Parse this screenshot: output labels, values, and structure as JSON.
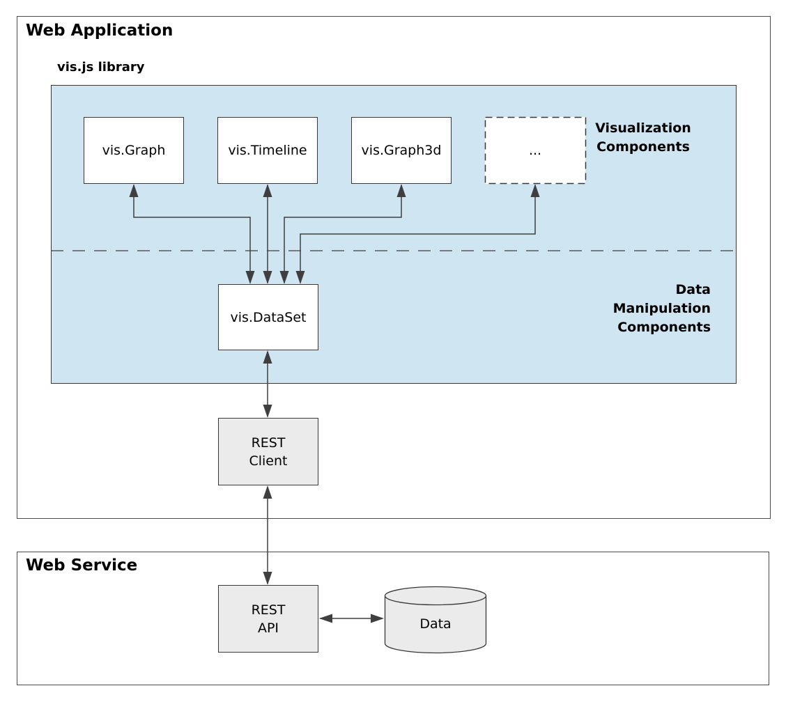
{
  "colors": {
    "background": "#ffffff",
    "panel_blue": "#d0e5f2",
    "box_white": "#ffffff",
    "box_gray": "#ebebeb",
    "border": "#383838",
    "arrow": "#3f3f3f",
    "text": "#000000"
  },
  "web_application": {
    "title": "Web Application",
    "visjs": {
      "label": "vis.js library",
      "visualization_section": {
        "label_lines": [
          "Visualization",
          "Components"
        ],
        "components": [
          {
            "label": "vis.Graph"
          },
          {
            "label": "vis.Timeline"
          },
          {
            "label": "vis.Graph3d"
          },
          {
            "label": "..."
          }
        ]
      },
      "data_section": {
        "label_lines": [
          "Data",
          "Manipulation",
          "Components"
        ],
        "dataset": {
          "label": "vis.DataSet"
        }
      }
    },
    "rest_client": {
      "label_lines": [
        "REST",
        "Client"
      ]
    }
  },
  "web_service": {
    "title": "Web Service",
    "rest_api": {
      "label_lines": [
        "REST",
        "API"
      ]
    },
    "database": {
      "label": "Data"
    }
  }
}
